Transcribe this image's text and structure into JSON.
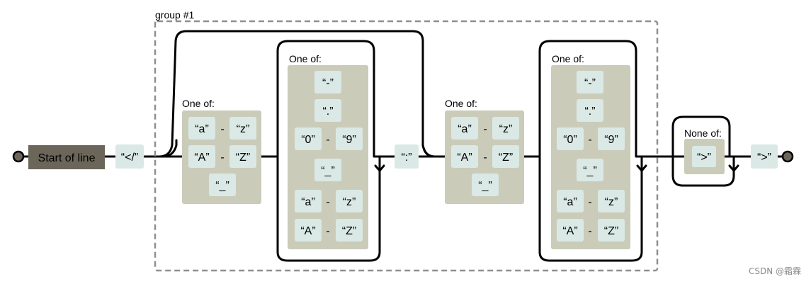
{
  "diagram": {
    "group_label": "group #1",
    "start_label": "Start of line",
    "open_tag": "“</”",
    "colon": "“:”",
    "close_tag": "“>”",
    "one_of": "One of:",
    "none_of": "None of:",
    "set1": {
      "ranges": [
        [
          "“a”",
          "“z”"
        ],
        [
          "“A”",
          "“Z”"
        ]
      ],
      "literals": [
        "“_”"
      ]
    },
    "set2": {
      "literals_top": [
        "“-”",
        "“.”"
      ],
      "ranges_top": [
        [
          "“0”",
          "“9”"
        ]
      ],
      "literals_mid": [
        "“_”"
      ],
      "ranges_bottom": [
        [
          "“a”",
          "“z”"
        ],
        [
          "“A”",
          "“Z”"
        ]
      ]
    },
    "set3": {
      "ranges": [
        [
          "“a”",
          "“z”"
        ],
        [
          "“A”",
          "“Z”"
        ]
      ],
      "literals": [
        "“_”"
      ]
    },
    "set4": {
      "literals_top": [
        "“-”",
        "“.”"
      ],
      "ranges_top": [
        [
          "“0”",
          "“9”"
        ]
      ],
      "literals_mid": [
        "“_”"
      ],
      "ranges_bottom": [
        [
          "“a”",
          "“z”"
        ],
        [
          "“A”",
          "“Z”"
        ]
      ]
    },
    "none_set": [
      "“>”"
    ],
    "range_dash": "-"
  },
  "watermark": "CSDN @霜霖"
}
